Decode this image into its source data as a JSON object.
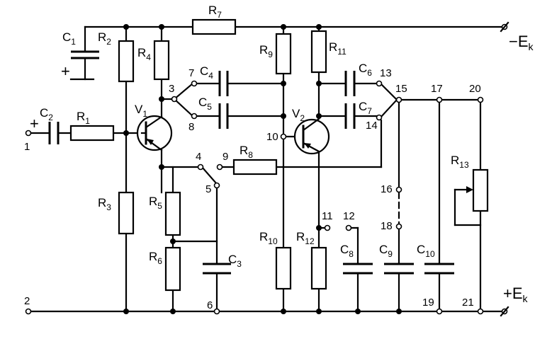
{
  "supply": {
    "neg_label": "−E",
    "pos_label": "+E",
    "sub": "k"
  },
  "components": {
    "C1": {
      "letter": "C",
      "index": "1"
    },
    "C2": {
      "letter": "C",
      "index": "2"
    },
    "C3": {
      "letter": "C",
      "index": "3"
    },
    "C4": {
      "letter": "C",
      "index": "4"
    },
    "C5": {
      "letter": "C",
      "index": "5"
    },
    "C6": {
      "letter": "C",
      "index": "6"
    },
    "C7": {
      "letter": "C",
      "index": "7"
    },
    "C8": {
      "letter": "C",
      "index": "8"
    },
    "C9": {
      "letter": "C",
      "index": "9"
    },
    "C10": {
      "letter": "C",
      "index": "10"
    },
    "R1": {
      "letter": "R",
      "index": "1"
    },
    "R2": {
      "letter": "R",
      "index": "2"
    },
    "R3": {
      "letter": "R",
      "index": "3"
    },
    "R4": {
      "letter": "R",
      "index": "4"
    },
    "R5": {
      "letter": "R",
      "index": "5"
    },
    "R6": {
      "letter": "R",
      "index": "6"
    },
    "R7": {
      "letter": "R",
      "index": "7"
    },
    "R8": {
      "letter": "R",
      "index": "8"
    },
    "R9": {
      "letter": "R",
      "index": "9"
    },
    "R10": {
      "letter": "R",
      "index": "10"
    },
    "R11": {
      "letter": "R",
      "index": "11"
    },
    "R12": {
      "letter": "R",
      "index": "12"
    },
    "R13": {
      "letter": "R",
      "index": "13"
    },
    "V1": {
      "letter": "V",
      "index": "1"
    },
    "V2": {
      "letter": "V",
      "index": "2"
    }
  },
  "polarity": {
    "c1_plus": "+",
    "c2_plus": "+"
  },
  "terminals": [
    "1",
    "2",
    "3",
    "4",
    "5",
    "6",
    "7",
    "8",
    "9",
    "10",
    "11",
    "12",
    "13",
    "14",
    "15",
    "16",
    "17",
    "18",
    "19",
    "20",
    "21"
  ]
}
